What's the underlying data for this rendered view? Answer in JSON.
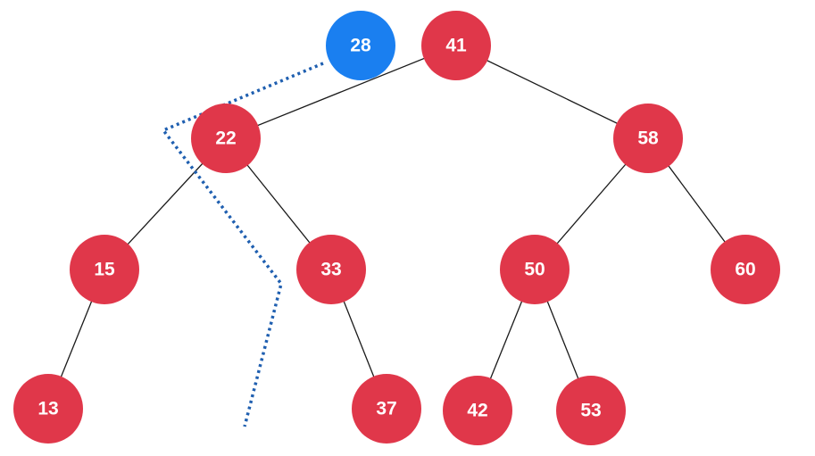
{
  "colors": {
    "tree_node": "#e0374a",
    "inserted_node": "#1a7ff0",
    "search_path": "#1f5fb0",
    "edge": "#1a1a1a"
  },
  "inserted_node": {
    "label": "28"
  },
  "tree": {
    "nodes": [
      {
        "id": "41",
        "label": "41"
      },
      {
        "id": "22",
        "label": "22"
      },
      {
        "id": "58",
        "label": "58"
      },
      {
        "id": "15",
        "label": "15"
      },
      {
        "id": "33",
        "label": "33"
      },
      {
        "id": "50",
        "label": "50"
      },
      {
        "id": "60",
        "label": "60"
      },
      {
        "id": "13",
        "label": "13"
      },
      {
        "id": "37",
        "label": "37"
      },
      {
        "id": "42",
        "label": "42"
      },
      {
        "id": "53",
        "label": "53"
      }
    ],
    "edges": [
      [
        "41",
        "22"
      ],
      [
        "41",
        "58"
      ],
      [
        "22",
        "15"
      ],
      [
        "22",
        "33"
      ],
      [
        "58",
        "50"
      ],
      [
        "58",
        "60"
      ],
      [
        "15",
        "13"
      ],
      [
        "33",
        "37"
      ],
      [
        "50",
        "42"
      ],
      [
        "50",
        "53"
      ]
    ]
  }
}
